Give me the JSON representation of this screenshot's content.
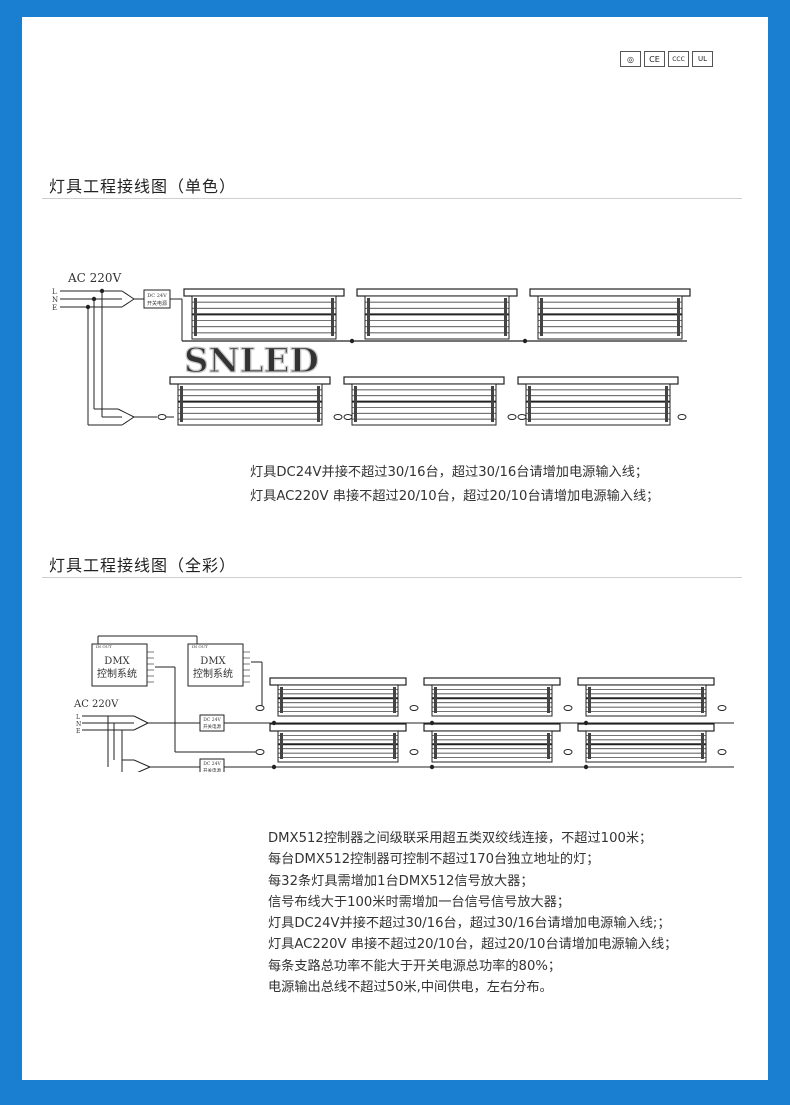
{
  "certifications": [
    "CCC-mark",
    "CE",
    "CCC",
    "UL"
  ],
  "certification_labels": {
    "ce": "CE",
    "ccc": "CCC",
    "ul": "UL"
  },
  "section1": {
    "title": "灯具工程接线图（单色）",
    "ac_label": "AC 220V",
    "lne": [
      "L",
      "N",
      "E"
    ],
    "psu_label": [
      "DC 24V",
      "开关电源"
    ],
    "watermark": "SNLED",
    "notes": [
      "灯具DC24V并接不超过30/16台，超过30/16台请增加电源输入线；",
      "灯具AC220V 串接不超过20/10台，超过20/10台请增加电源输入线；"
    ]
  },
  "section2": {
    "title": "灯具工程接线图（全彩）",
    "dmx_title": "DMX",
    "dmx_sub": "控制系统",
    "dmx_port": "IN OUT",
    "ac_label": "AC 220V",
    "lne": [
      "L",
      "N",
      "E"
    ],
    "psu_label": [
      "DC 24V",
      "开关电源"
    ],
    "notes": [
      "DMX512控制器之间级联采用超五类双绞线连接，不超过100米；",
      "每台DMX512控制器可控制不超过170台独立地址的灯；",
      "每32条灯具需增加1台DMX512信号放大器；",
      "信号布线大于100米时需增加一台信号信号放大器；",
      "灯具DC24V并接不超过30/16台，超过30/16台请增加电源输入线;；",
      "灯具AC220V 串接不超过20/10台，超过20/10台请增加电源输入线；",
      "每条支路总功率不能大于开关电源总功率的80%；",
      "电源输出总线不超过50米,中间供电，左右分布。"
    ]
  }
}
